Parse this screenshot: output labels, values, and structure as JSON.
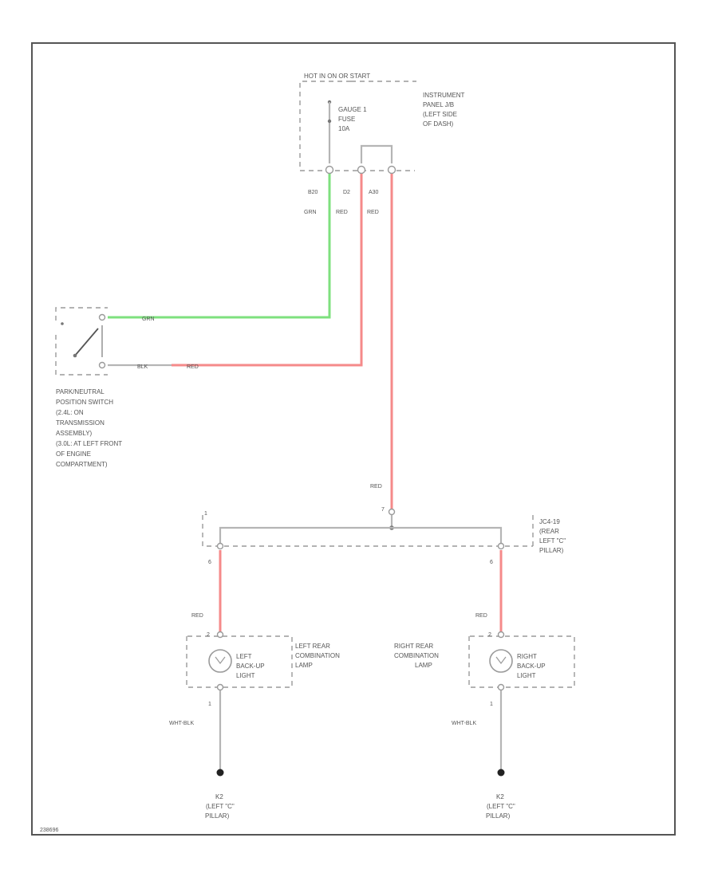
{
  "fuse_block": {
    "source": "HOT IN ON OR START",
    "fuse_name": "GAUGE 1",
    "fuse_sub": "FUSE",
    "fuse_amp": "10A",
    "location": [
      "INSTRUMENT",
      "PANEL J/B",
      "(LEFT SIDE",
      "OF DASH)"
    ],
    "pins": [
      "B20",
      "D2",
      "A30"
    ]
  },
  "wire_colors": {
    "top": [
      "GRN",
      "RED",
      "RED"
    ],
    "switch_top": "GRN",
    "switch_bottom_a": "BLK",
    "switch_bottom_b": "RED",
    "to_junction": "RED",
    "left_lamp": "RED",
    "right_lamp": "RED",
    "left_ground": "WHT-BLK",
    "right_ground": "WHT-BLK"
  },
  "switch": {
    "caption": [
      "PARK/NEUTRAL",
      "POSITION SWITCH",
      "(2.4L: ON",
      "TRANSMISSION",
      "ASSEMBLY)",
      "(3.0L: AT LEFT FRONT",
      "OF ENGINE",
      "COMPARTMENT)"
    ]
  },
  "junction": {
    "name": [
      "JC4-19",
      "(REAR",
      "LEFT \"C\"",
      "PILLAR)"
    ],
    "pin_in": "7",
    "pin_left": "6",
    "pin_right": "6",
    "corner": "1"
  },
  "left_lamp": {
    "bulb": [
      "LEFT",
      "BACK-UP",
      "LIGHT"
    ],
    "name": [
      "LEFT REAR",
      "COMBINATION",
      "LAMP"
    ],
    "pin_top": "2",
    "pin_bottom": "1"
  },
  "right_lamp": {
    "bulb": [
      "RIGHT",
      "BACK-UP",
      "LIGHT"
    ],
    "name": [
      "RIGHT REAR",
      "COMBINATION",
      "LAMP"
    ],
    "pin_top": "2",
    "pin_bottom": "1"
  },
  "grounds": {
    "left": [
      "K2",
      "(LEFT \"C\"",
      "PILLAR)"
    ],
    "right": [
      "K2",
      "(LEFT \"C\"",
      "PILLAR)"
    ]
  },
  "footer_code": "238696"
}
